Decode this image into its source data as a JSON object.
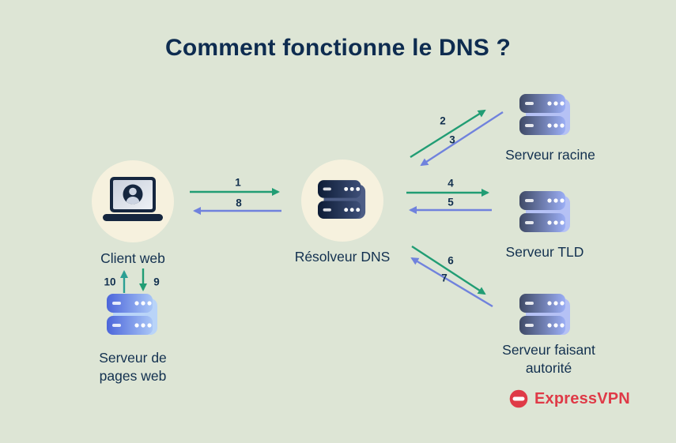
{
  "title": "Comment fonctionne le DNS ?",
  "colors": {
    "background": "#dde5d5",
    "title_navy": "#0e2c50",
    "label_navy": "#12304f",
    "arrow_green": "#219d74",
    "arrow_blue": "#7082dd",
    "arrow_teal": "#2b9f93",
    "circle_cream": "#f6f1de",
    "logo_red": "#df3a47"
  },
  "nodes": {
    "client": {
      "label": "Client web",
      "icon": "laptop-user-icon"
    },
    "resolver": {
      "label": "Résolveur DNS",
      "icon": "server-stack-icon"
    },
    "root": {
      "label": "Serveur racine",
      "icon": "server-stack-icon"
    },
    "tld": {
      "label": "Serveur TLD",
      "icon": "server-stack-icon"
    },
    "authoritative": {
      "label": "Serveur faisant autorité",
      "icon": "server-stack-icon"
    },
    "web": {
      "label": "Serveur de pages web",
      "icon": "server-stack-icon"
    }
  },
  "steps": [
    "1",
    "2",
    "3",
    "4",
    "5",
    "6",
    "7",
    "8",
    "9",
    "10"
  ],
  "logo": {
    "text": "ExpressVPN"
  }
}
